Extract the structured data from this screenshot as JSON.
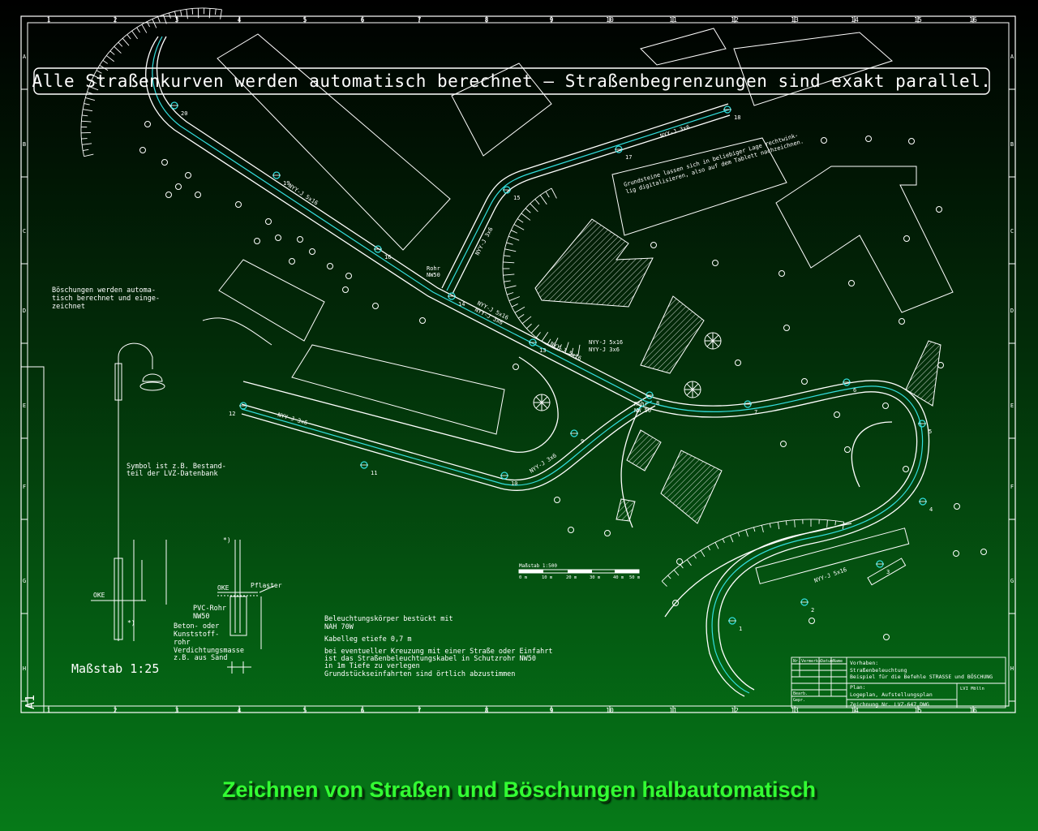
{
  "banner": "Alle Straßenkurven werden automatisch berechnet – Straßenbegrenzungen sind exakt parallel.",
  "caption": "Zeichnen von Straßen und Böschungen halbautomatisch",
  "colors": {
    "lines": "#ffffff",
    "cable": "#33e0e0",
    "caption": "#33ff33"
  },
  "grid": {
    "columns": [
      "1",
      "2",
      "3",
      "4",
      "5",
      "6",
      "7",
      "8",
      "9",
      "10",
      "11",
      "12",
      "13",
      "14",
      "15",
      "16"
    ],
    "rows": [
      "A",
      "B",
      "C",
      "D",
      "E",
      "F",
      "G",
      "H"
    ],
    "sheet_label": "A1"
  },
  "notes": {
    "boeschung": [
      "Böschungen werden automa-",
      "tisch berechnet und einge-",
      "zeichnet"
    ],
    "symbol": [
      "Symbol ist z.B. Bestand-",
      "teil der LVZ-Datenbank"
    ],
    "grundstueck": [
      "Grundsteine lassen sich in beliebiger Lage rechtwink-",
      "lig digitalisieren, also auf dem Tablett nachzeichnen."
    ],
    "massstab": "Maßstab 1:25",
    "lamp_spec": [
      "Beleuchtungskörper bestückt mit",
      "NAH 70W",
      "Kabelleg etiefe 0,7 m",
      "bei eventueller Kreuzung mit einer Straße oder Einfahrt",
      "ist das Straßenbeleuchtungskabel in Schutzrohr NW50",
      "in 1m Tiefe zu verlegen",
      "Grundstückseinfahrten sind örtlich abzustimmen"
    ]
  },
  "detail_labels": {
    "oke": "OKE",
    "oke2": "OKE",
    "pflaster": "Pflaster",
    "pvc": [
      "PVC-Rohr",
      "NW50"
    ],
    "beton": [
      "Beton- oder",
      "Kunststoff-",
      "rohr"
    ],
    "verdicht": [
      "Verdichtungsmasse",
      "z.B. aus Sand"
    ],
    "star1": "*)",
    "star2": "*)"
  },
  "cable_labels": {
    "nyy1": "NYY-J 5x16",
    "nyy2": "NYY-J 3x6",
    "nyy3": "NYY-J 5x16",
    "nyy4": "NYY-J 3x6",
    "nyy5": "NYY-J 5x16",
    "nyy6": "NYY-J 5x16",
    "nyy7": "NYY-J 3x6",
    "nyy8": "NYY-J 3x6",
    "nyy9": "NYY-J 3x6",
    "nyy10": "NYY-J 5x16",
    "rohr1": [
      "Rohr",
      "NW50"
    ],
    "rohr2": [
      "Rohr",
      "NW 50"
    ]
  },
  "lamp_numbers": [
    "1",
    "2",
    "3",
    "4",
    "5",
    "6",
    "7",
    "8",
    "9",
    "10",
    "11",
    "12",
    "13",
    "14",
    "15",
    "16",
    "17",
    "18",
    "19",
    "20"
  ],
  "scale_bar": {
    "title": "Maßstab 1:500",
    "ticks": [
      "0 m",
      "10 m",
      "20 m",
      "30 m",
      "40 m",
      "50 m"
    ]
  },
  "title_block": {
    "vorhaben_label": "Vorhaben:",
    "vorhaben": [
      "Straßenbeleuchtung",
      "Beispiel für die Befehle STRASSE und BÖSCHUNG"
    ],
    "plan_label": "Plan:",
    "plan": "Logeplan, Aufstellungsplan",
    "zeichnung": "Zeichnung Nr. LVZ-647.DWG",
    "company": "LVI Mölln",
    "headers": [
      "Nr.",
      "Vermerke",
      "Datum",
      "Name"
    ],
    "bearb": [
      "Bearb.",
      "Gepr."
    ]
  }
}
